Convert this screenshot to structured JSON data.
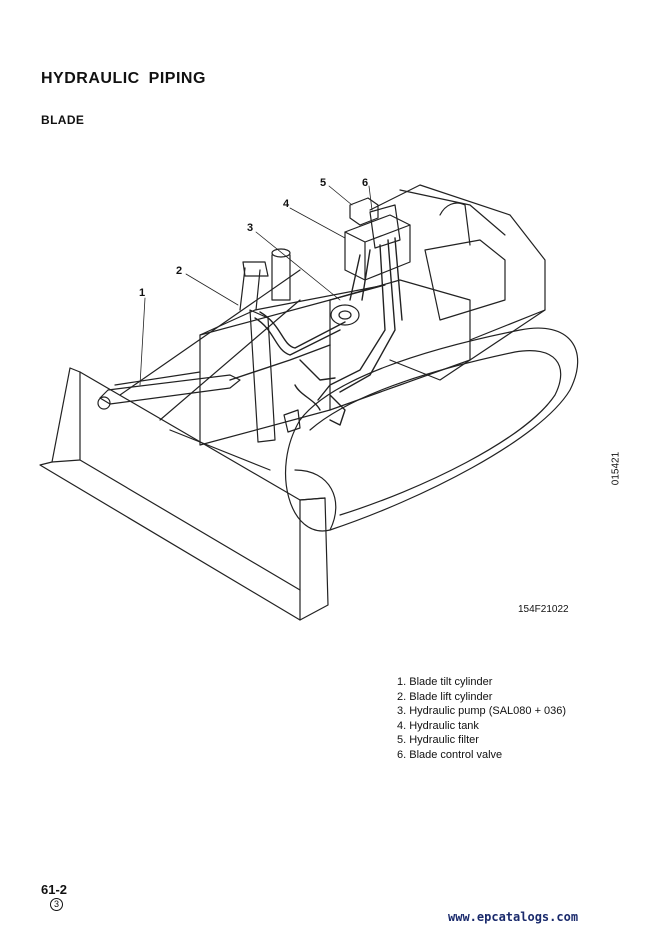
{
  "page": {
    "title": "HYDRAULIC PIPING",
    "section": "BLADE",
    "figure_code": "154F21022",
    "side_code": "015421",
    "page_number": "61-2",
    "revision": "3",
    "footer_url": "www.epcatalogs.com"
  },
  "callouts": [
    "1",
    "2",
    "3",
    "4",
    "5",
    "6"
  ],
  "legend": [
    "1. Blade tilt cylinder",
    "2. Blade lift cylinder",
    "3. Hydraulic pump (SAL080 + 036)",
    "4. Hydraulic tank",
    "5. Hydraulic filter",
    "6. Blade control valve"
  ]
}
